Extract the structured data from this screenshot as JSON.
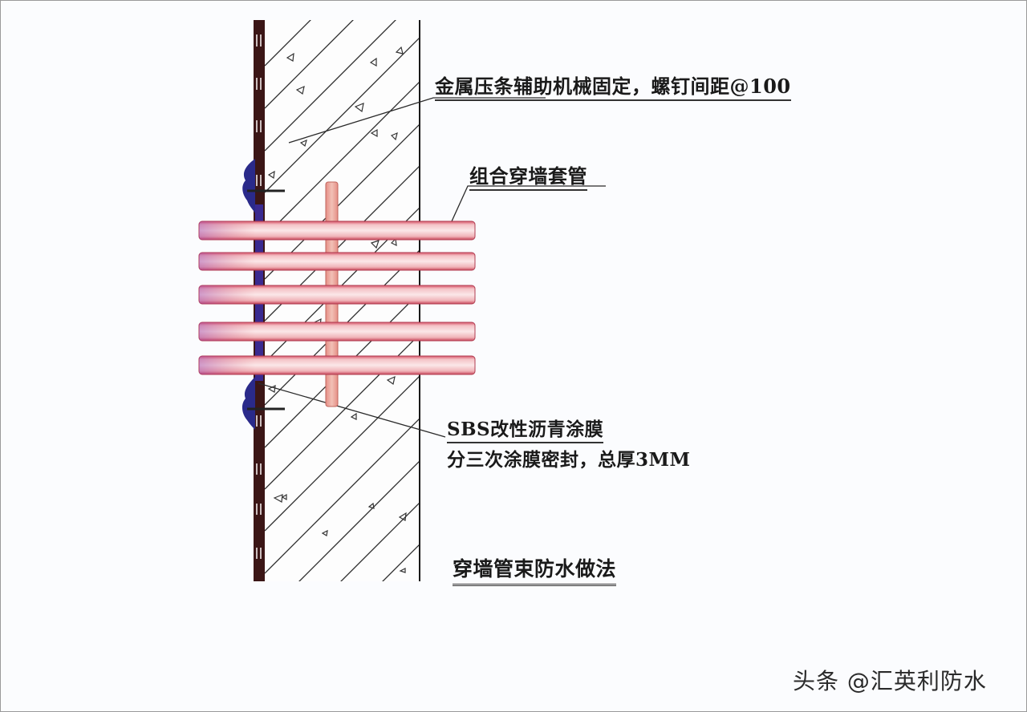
{
  "diagram": {
    "type": "construction-detail",
    "subject": "wall-penetration pipe bundle waterproofing",
    "labels": {
      "metal_strip": "金属压条辅助机械固定，螺钉间距@100",
      "sleeve": "组合穿墙套管",
      "sbs_line1": "SBS改性沥青涂膜",
      "sbs_line2": "分三次涂膜密封，总厚3MM",
      "title": "穿墙管束防水做法"
    },
    "watermark": "头条 @汇英利防水",
    "components": {
      "wall": {
        "material": "concrete",
        "hatch": "diagonal-45",
        "x_range": [
          330,
          523
        ],
        "y_range": [
          25,
          725
        ]
      },
      "membrane_strip": {
        "color": "#3b1616",
        "x_range": [
          316,
          330
        ]
      },
      "pipes": {
        "count": 5,
        "color": "#e0707a",
        "fill": "#f6d6d8",
        "x_range": [
          248,
          592
        ],
        "y_centers": [
          287,
          326,
          367,
          413,
          455
        ]
      },
      "vertical_rod": {
        "color": "#e9a59c",
        "x_range": [
          406,
          421
        ],
        "y_range": [
          227,
          507
        ]
      },
      "sealant": {
        "color": "#2a2a8a"
      },
      "bolts": {
        "count": 2,
        "y": [
          238,
          510
        ]
      }
    },
    "colors": {
      "background": "#fbfcfe",
      "line": "#1a1a1a",
      "pipe_outline": "#c84a58",
      "pipe_fill": "#f7d3d6",
      "sealant_blue": "#27278a",
      "membrane": "#3b1616"
    }
  }
}
